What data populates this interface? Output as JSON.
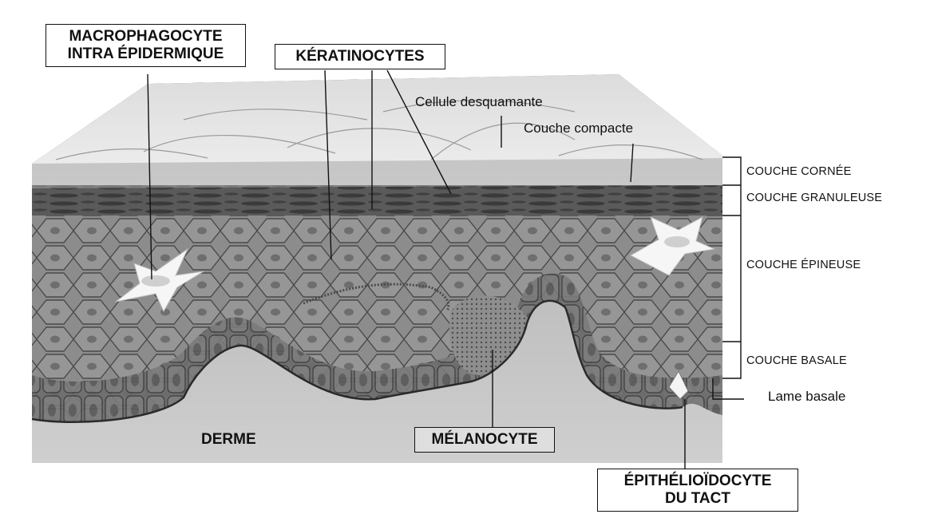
{
  "labels": {
    "macrophagocyte": [
      "MACROPHAGOCYTE",
      "INTRA ÉPIDERMIQUE"
    ],
    "keratinocytes": "KÉRATINOCYTES",
    "cellule_desquamante": "Cellule desquamante",
    "couche_compacte": "Couche compacte",
    "melanocyte": "MÉLANOCYTE",
    "derme": "DERME",
    "epithelioidocyte": [
      "ÉPITHÉLIOÏDOCYTE",
      "DU TACT"
    ],
    "lame_basale": "Lame basale"
  },
  "layers": {
    "cornee": "COUCHE CORNÉE",
    "granuleuse": "COUCHE GRANULEUSE",
    "epineuse": "COUCHE ÉPINEUSE",
    "basale": "COUCHE BASALE"
  },
  "colors": {
    "derme": "#c4c4c4",
    "basal_cells": "#6a6a6a",
    "spinous_cells": "#8a8a8a",
    "granular": "#4a4a4a",
    "cornified": "#e6e6e6"
  }
}
